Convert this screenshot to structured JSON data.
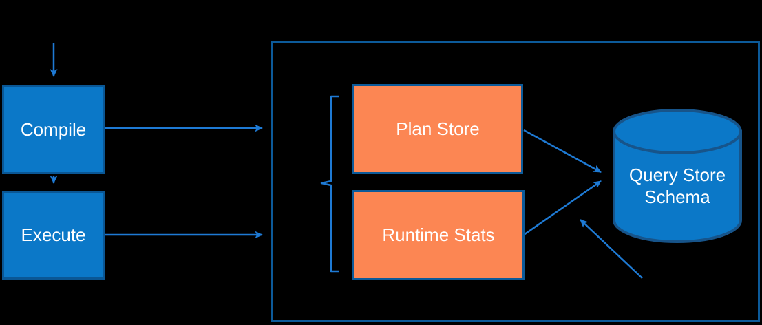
{
  "diagram": {
    "nodes": {
      "compile": {
        "label": "Compile"
      },
      "execute": {
        "label": "Execute"
      },
      "plan_store": {
        "label": "Plan Store"
      },
      "runtime_stats": {
        "label": "Runtime Stats"
      },
      "query_store_schema": {
        "label": "Query Store Schema"
      }
    },
    "edges": [
      {
        "from": "top-input",
        "to": "compile",
        "style": "arrow"
      },
      {
        "from": "compile",
        "to": "execute",
        "style": "arrow"
      },
      {
        "from": "compile",
        "to": "query-store-container",
        "style": "arrow"
      },
      {
        "from": "execute",
        "to": "query-store-container",
        "style": "arrow"
      },
      {
        "from": "plan-store",
        "to": "query-store-schema",
        "style": "arrow"
      },
      {
        "from": "runtime-stats",
        "to": "query-store-schema",
        "style": "arrow"
      },
      {
        "from": "bottom-right",
        "to": "query-store-schema",
        "style": "arrow"
      }
    ],
    "grouping": {
      "brace_groups": [
        "plan_store",
        "runtime_stats"
      ]
    },
    "colors": {
      "background": "#000000",
      "blue_node_fill": "#0b78c8",
      "blue_node_border": "#0a5795",
      "orange_node_fill": "#fc8653",
      "dark_blue_border": "#0c5a99",
      "arrow_blue": "#1e7ad4",
      "cylinder_fill": "#0b78c8",
      "cylinder_border": "#17548a",
      "label_text": "#ffffff"
    }
  }
}
